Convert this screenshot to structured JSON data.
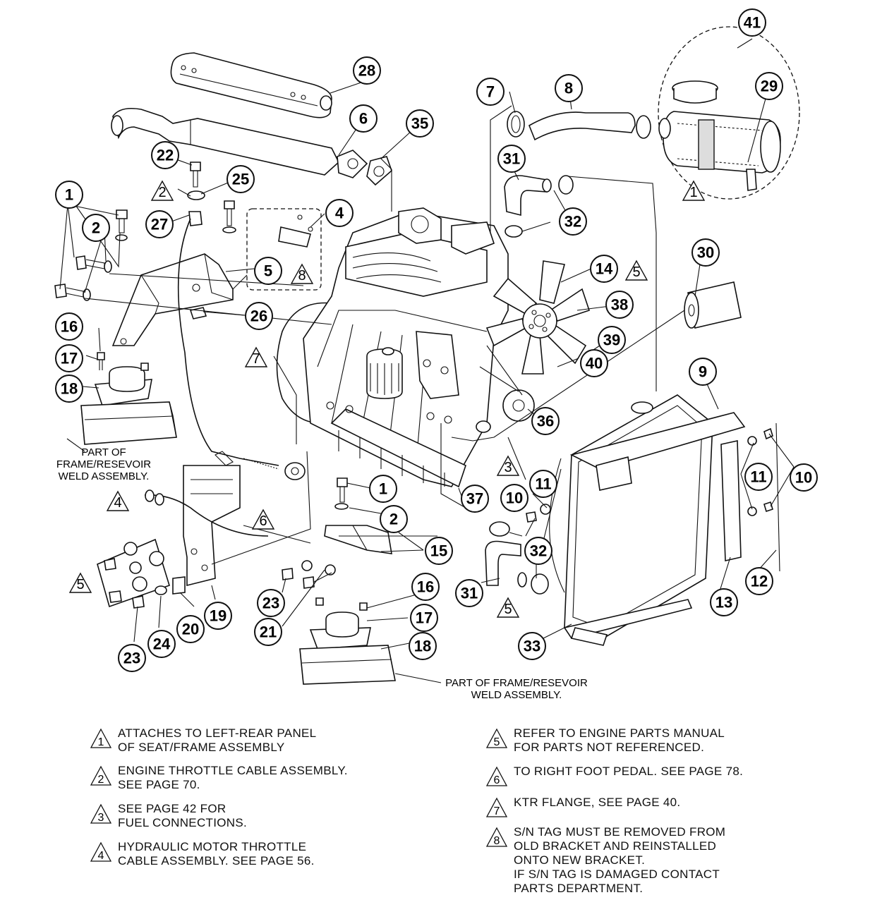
{
  "frame_label_left": [
    "PART OF",
    "FRAME/RESEVOIR",
    "WELD ASSEMBLY."
  ],
  "frame_label_bottom": [
    "PART OF FRAME/RESEVOIR",
    "WELD ASSEMBLY."
  ],
  "callouts": [
    "1",
    "2",
    "4",
    "5",
    "6",
    "7",
    "8",
    "9",
    "10",
    "11",
    "12",
    "13",
    "14",
    "15",
    "16",
    "17",
    "18",
    "19",
    "20",
    "21",
    "22",
    "23",
    "24",
    "25",
    "26",
    "27",
    "28",
    "29",
    "30",
    "31",
    "32",
    "33",
    "35",
    "36",
    "37",
    "38",
    "39",
    "40",
    "41"
  ],
  "flag_numbers": [
    "1",
    "2",
    "3",
    "4",
    "5",
    "6",
    "7",
    "8"
  ],
  "notes": [
    {
      "num": "1",
      "text": "ATTACHES TO LEFT-REAR PANEL\nOF SEAT/FRAME ASSEMBLY"
    },
    {
      "num": "2",
      "text": "ENGINE THROTTLE CABLE ASSEMBLY.\nSEE PAGE 70."
    },
    {
      "num": "3",
      "text": "SEE PAGE 42 FOR\nFUEL CONNECTIONS."
    },
    {
      "num": "4",
      "text": "HYDRAULIC MOTOR  THROTTLE\nCABLE ASSEMBLY. SEE PAGE 56."
    },
    {
      "num": "5",
      "text": "REFER TO ENGINE PARTS MANUAL\nFOR PARTS NOT REFERENCED."
    },
    {
      "num": "6",
      "text": "TO RIGHT FOOT PEDAL. SEE PAGE 78."
    },
    {
      "num": "7",
      "text": "KTR FLANGE, SEE PAGE 40."
    },
    {
      "num": "8",
      "text": "S/N TAG MUST BE REMOVED FROM\nOLD BRACKET AND REINSTALLED\nONTO NEW BRACKET.\nIF S/N TAG IS DAMAGED CONTACT\nPARTS DEPARTMENT."
    }
  ]
}
